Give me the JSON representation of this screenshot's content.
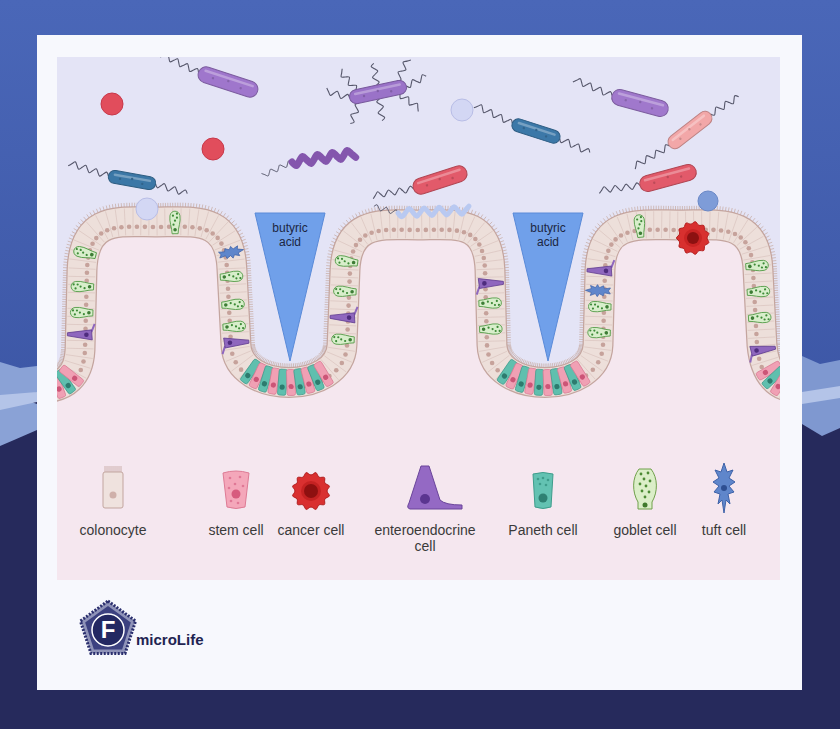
{
  "diagram": {
    "nodes": [
      {
        "text": [
          "butyric acid"
        ]
      },
      {
        "text": [
          "butyric acid"
        ]
      }
    ],
    "labels": [
      "F",
      "microLife"
    ],
    "legend": [
      {
        "text": "colonocyte"
      },
      {
        "text": "stem cell"
      },
      {
        "text": "cancer cell"
      },
      {
        "text": "enteroendocrine cell"
      },
      {
        "text": "Paneth cell"
      },
      {
        "text": "goblet cell"
      },
      {
        "text": "tuft cell"
      }
    ]
  }
}
